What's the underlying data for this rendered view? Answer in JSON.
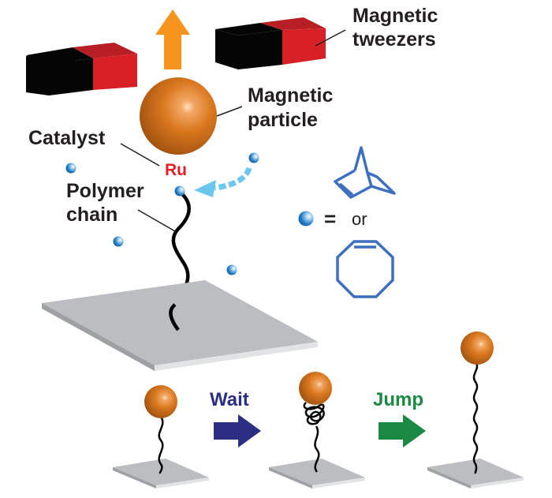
{
  "labels": {
    "magnetic_tweezers": [
      "Magnetic",
      "tweezers"
    ],
    "magnetic_particle": [
      "Magnetic",
      "particle"
    ],
    "catalyst": "Catalyst",
    "catalyst_metal": "Ru",
    "polymer_chain": [
      "Polymer",
      "chain"
    ],
    "monomer_equals": "=",
    "monomer_or": "or",
    "step_wait": "Wait",
    "step_jump": "Jump"
  },
  "monomers": [
    "norbornene",
    "cyclooctene"
  ],
  "colors": {
    "magnet_black": "#050505",
    "magnet_red": "#d71f26",
    "magnet_red_top": "#b81f25",
    "particle_orange": "#d9781f",
    "force_arrow": "#f7941d",
    "monomer_blue": "#1f7cc4",
    "insertion_arrow": "#6cc6ee",
    "molecule_stroke": "#3d6fc0",
    "surface_top": "#bcbdc0",
    "surface_edge": "#e2e3e4",
    "wait_arrow": "#2b2e83",
    "jump_arrow": "#1a8a43",
    "ru_red": "#e31e24"
  }
}
